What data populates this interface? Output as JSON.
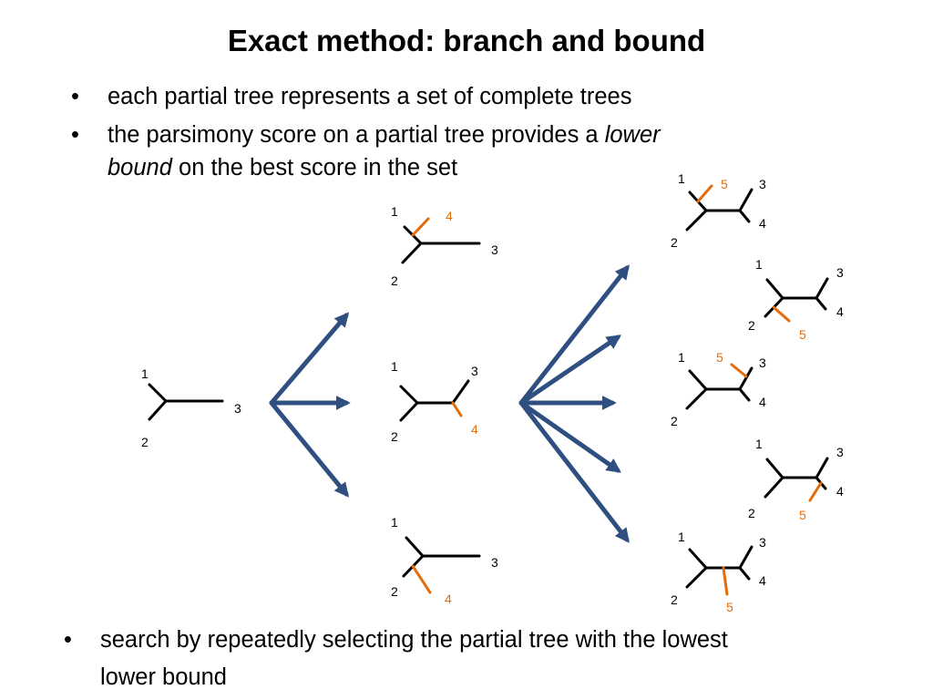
{
  "title": "Exact method: branch and bound",
  "bullets": [
    {
      "text": "each partial tree represents a set of complete trees"
    },
    {
      "text_before": "the parsimony score on a partial tree provides a ",
      "text_italic1": "lower",
      "text_italic2": "bound",
      "text_after": " on the best score in the set"
    }
  ],
  "bottom_bullet": {
    "line1": "search by repeatedly selecting the partial tree with the lowest",
    "line2": "lower bound"
  },
  "bullet_symbol": "•",
  "colors": {
    "edge": "#000000",
    "new_edge": "#e46c0a",
    "arrow": "#2e4f7f"
  },
  "trees": {
    "root": {
      "labels": [
        "1",
        "2",
        "3"
      ]
    },
    "level1": [
      {
        "labels": [
          "1",
          "2",
          "3"
        ],
        "new_label": "4"
      },
      {
        "labels": [
          "1",
          "2",
          "3"
        ],
        "new_label": "4"
      },
      {
        "labels": [
          "1",
          "2",
          "3"
        ],
        "new_label": "4"
      }
    ],
    "level2": [
      {
        "labels": [
          "1",
          "2",
          "3",
          "4"
        ],
        "new_label": "5"
      },
      {
        "labels": [
          "1",
          "2",
          "3",
          "4"
        ],
        "new_label": "5"
      },
      {
        "labels": [
          "1",
          "2",
          "3",
          "4"
        ],
        "new_label": "5"
      },
      {
        "labels": [
          "1",
          "2",
          "3",
          "4"
        ],
        "new_label": "5"
      },
      {
        "labels": [
          "1",
          "2",
          "3",
          "4"
        ],
        "new_label": "5"
      }
    ]
  }
}
